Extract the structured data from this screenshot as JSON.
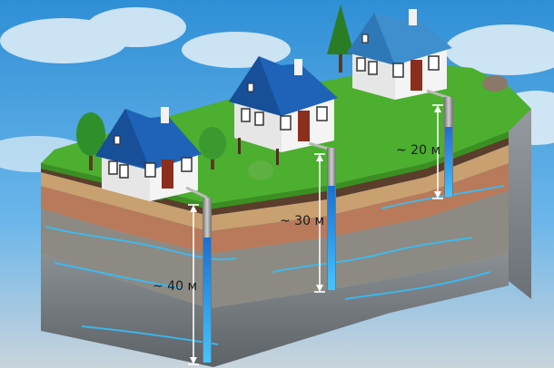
{
  "wells": [
    {
      "depth_label": "~ 40 м"
    },
    {
      "depth_label": "~ 30 м"
    },
    {
      "depth_label": "~ 20 м"
    }
  ],
  "colors": {
    "sky_top": "#2f8fd6",
    "grass": "#4caf2f",
    "roof": "#1f63b8",
    "wall": "#f4f4f4",
    "door": "#8b2e1e",
    "water": "#2fb3ff",
    "rock": "#6f7478"
  },
  "icons": [
    "house-icon",
    "tree-icon",
    "well-pipe-icon",
    "depth-arrow-icon"
  ]
}
